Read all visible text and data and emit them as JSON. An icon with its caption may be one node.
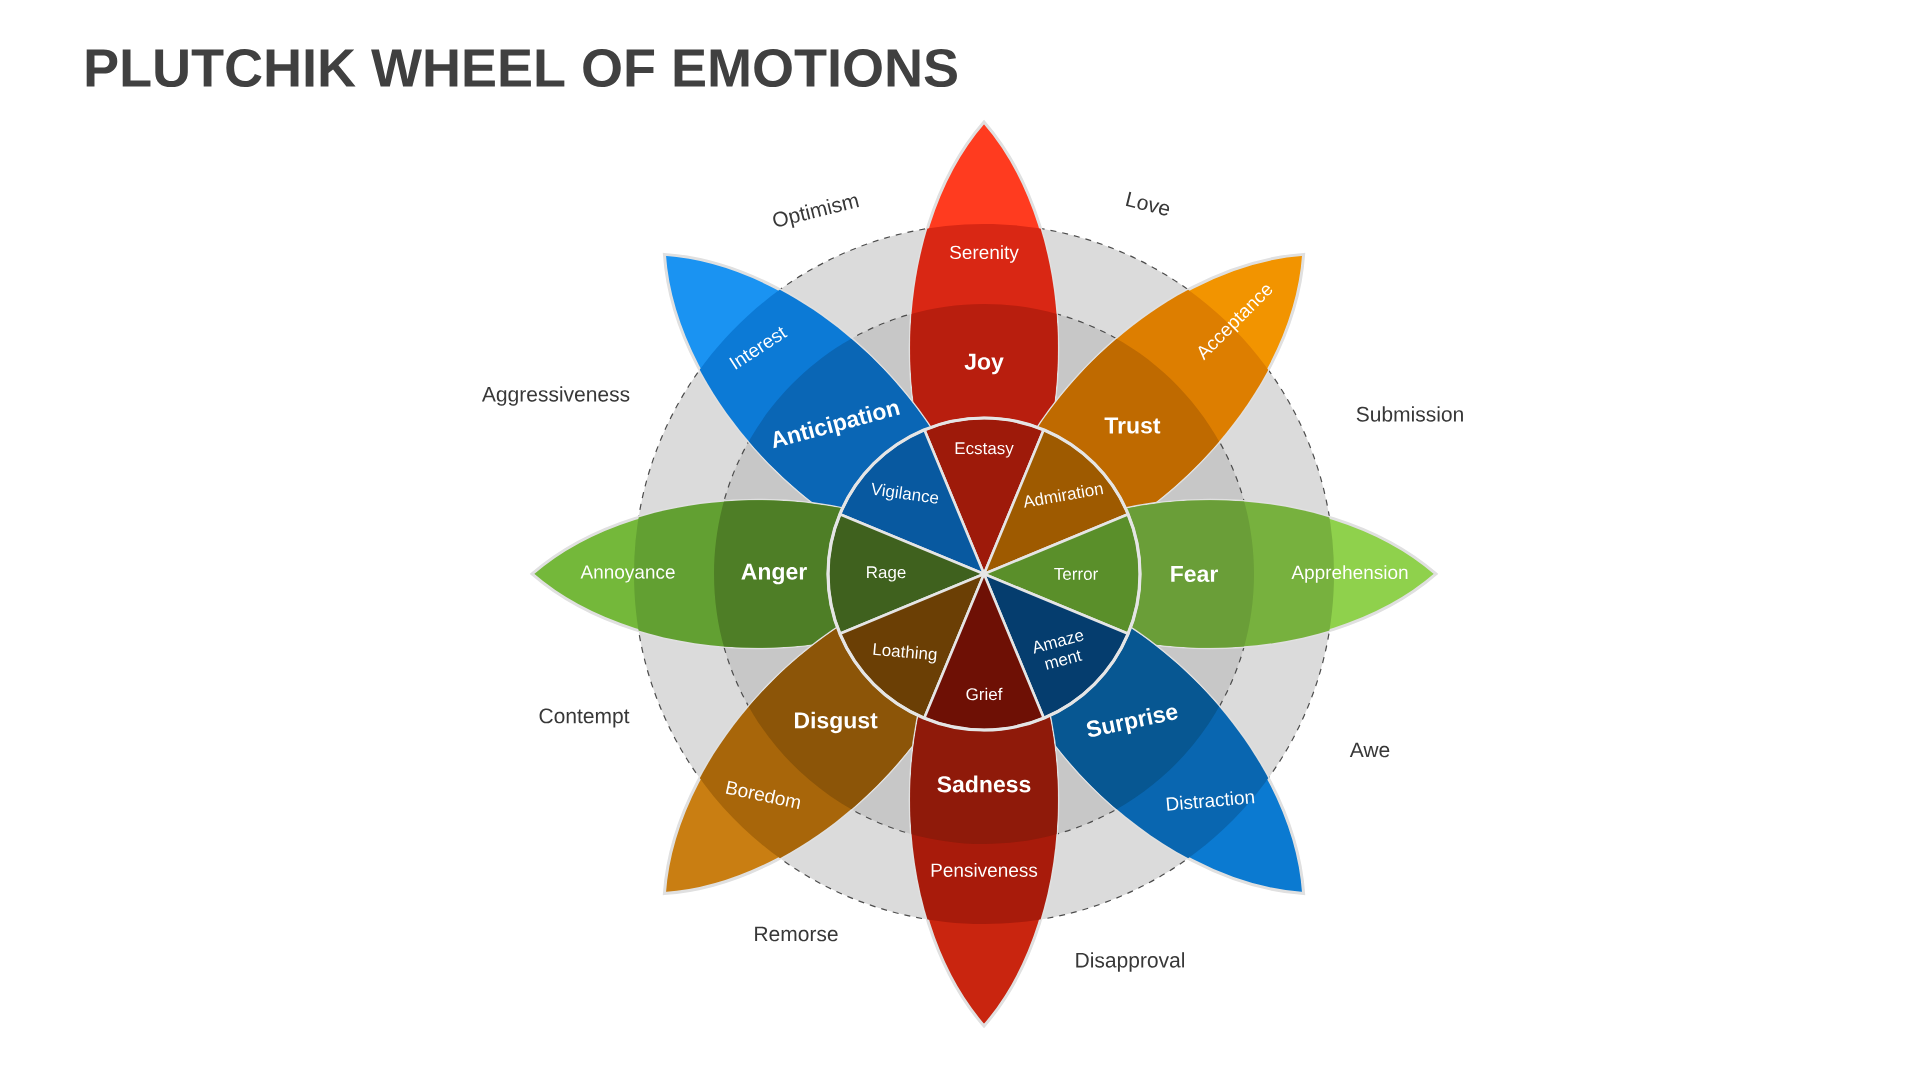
{
  "diagram": {
    "title": "PLUTCHIK WHEEL OF EMOTIONS",
    "nodes": [
      {
        "text": [
          "Serenity",
          "Joy",
          "Ecstasy"
        ]
      },
      {
        "text": [
          "Interest",
          "Anticipation",
          "Vigilance"
        ]
      },
      {
        "text": [
          "Acceptance",
          "Trust",
          "Admiration"
        ]
      },
      {
        "text": [
          "Annoyance",
          "Anger",
          "Rage"
        ]
      },
      {
        "text": [
          "Terror",
          "Fear",
          "Apprehension"
        ]
      },
      {
        "text": [
          "Loathing",
          "Disgust",
          "Boredom"
        ]
      },
      {
        "text": [
          "Amaze ment",
          "Surprise",
          "Distraction"
        ]
      },
      {
        "text": [
          "Grief",
          "Sadness",
          "Pensiveness"
        ]
      }
    ],
    "labels": [
      "Optimism",
      "Love",
      "Aggressiveness",
      "Submission",
      "Contempt",
      "Awe",
      "Remorse",
      "Disapproval"
    ]
  }
}
